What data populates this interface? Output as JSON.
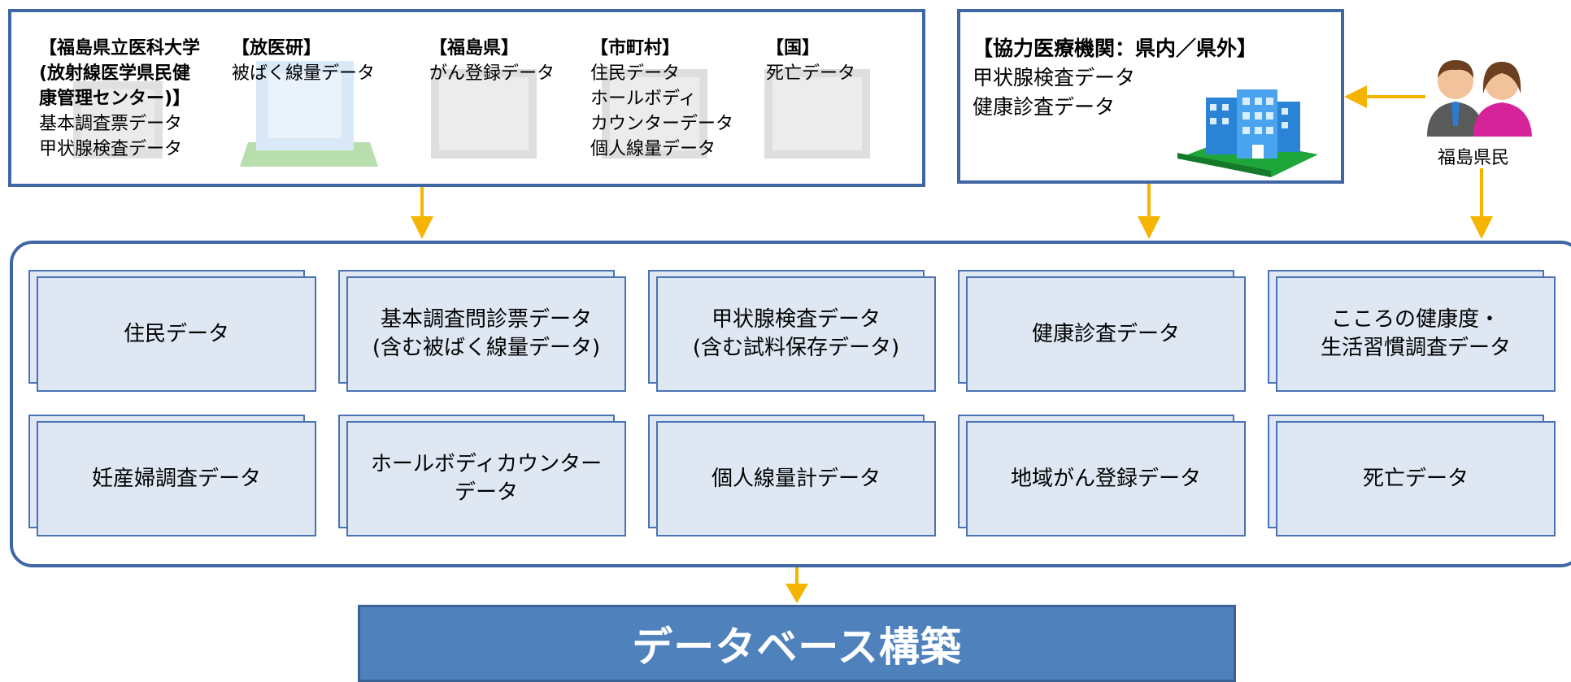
{
  "sources": [
    {
      "header": "【福島県立医科大学\n(放射線医学県民健\n康管理センター)】",
      "items": [
        "基本調査票データ",
        "甲状腺検査データ"
      ]
    },
    {
      "header": "【放医研】",
      "items": [
        "被ばく線量データ"
      ]
    },
    {
      "header": "【福島県】",
      "items": [
        "がん登録データ"
      ]
    },
    {
      "header": "【市町村】",
      "items": [
        "住民データ",
        "ホールボディ",
        "カウンターデータ",
        "個人線量データ"
      ]
    },
    {
      "header": "【国】",
      "items": [
        "死亡データ"
      ]
    }
  ],
  "institution": {
    "header": "【協力医療機関：県内／県外】",
    "items": [
      "甲状腺検査データ",
      "健康診査データ"
    ]
  },
  "residents": {
    "label": "福島県民"
  },
  "datasets": [
    "住民データ",
    "基本調査問診票データ\n(含む被ばく線量データ)",
    "甲状腺検査データ\n(含む試料保存データ)",
    "健康診査データ",
    "こころの健康度・\n生活習慣調査データ",
    "妊産婦調査データ",
    "ホールボディカウンター\nデータ",
    "個人線量計データ",
    "地域がん登録データ",
    "死亡データ"
  ],
  "database": {
    "label": "データベース構築"
  },
  "colors": {
    "frame": "#3f67a4",
    "card_fill": "#dfe7f3",
    "arrow": "#f5b400",
    "db_fill": "#4f81bd"
  }
}
